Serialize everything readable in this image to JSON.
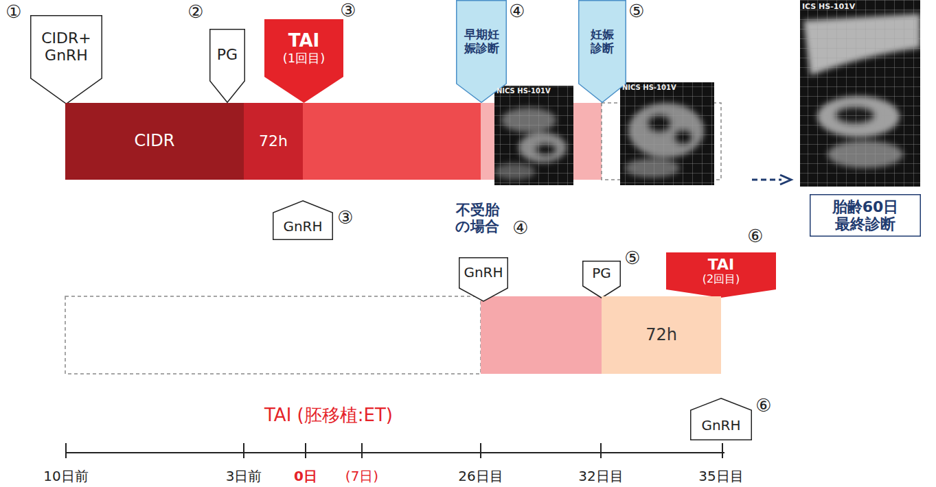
{
  "diagram": {
    "nodes": [
      {
        "text": [
          "CIDR+ GnRH"
        ]
      },
      {
        "text": [
          "PG"
        ]
      },
      {
        "text": [
          "TAI",
          "(1回目)"
        ]
      },
      {
        "text": [
          "早期妊娠診断"
        ]
      },
      {
        "text": [
          "妊娠診断"
        ]
      },
      {
        "text": [
          "CIDR"
        ]
      },
      {
        "text": [
          "72h"
        ]
      },
      {
        "text": [
          "GnRH"
        ]
      },
      {
        "text": [
          "胎齢60日 最終診断"
        ]
      },
      {
        "text": [
          "GnRH"
        ]
      },
      {
        "text": [
          "PG"
        ]
      },
      {
        "text": [
          "TAI",
          "(2回目)"
        ]
      },
      {
        "text": [
          "72h"
        ]
      },
      {
        "text": [
          "GnRH"
        ]
      }
    ],
    "labels": [
      "①",
      "②",
      "③",
      "④",
      "⑤",
      "NICS HS-101V",
      "NICS HS-101V",
      "ICS HS-101V",
      "③",
      "不受胎 の場合",
      "④",
      "⑤",
      "⑥",
      "⑥",
      "TAI (胚移植:ET)",
      "10日前",
      "3日前",
      "0日",
      "(7日)",
      "26日目",
      "32日目",
      "35日目"
    ]
  }
}
